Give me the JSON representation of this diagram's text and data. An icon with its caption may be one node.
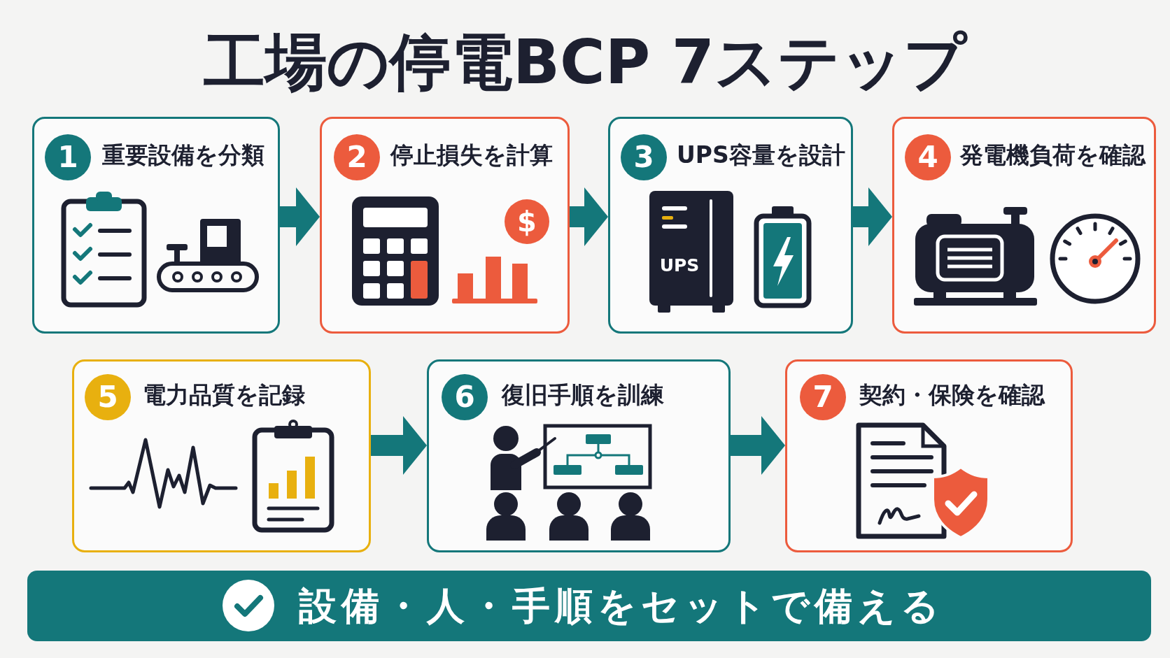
{
  "diagram": {
    "title": "工場の停電BCP 7ステップ",
    "nodes": [
      {
        "text": [
          "重要設備を分類"
        ]
      },
      {
        "text": [
          "1"
        ],
        "in": 0
      },
      {
        "text": [
          "停止損失を計算"
        ]
      },
      {
        "text": [
          "2"
        ],
        "in": 2
      },
      {
        "text": [
          "$"
        ],
        "in": 2
      },
      {
        "text": [
          "UPS容量を設計"
        ]
      },
      {
        "text": [
          "3"
        ],
        "in": 5
      },
      {
        "text": [
          "発電機負荷を確認"
        ]
      },
      {
        "text": [
          "4"
        ],
        "in": 7
      },
      {
        "text": [
          "電力品質を記録"
        ]
      },
      {
        "text": [
          "5"
        ],
        "in": 9
      },
      {
        "text": [
          "復旧手順を訓練"
        ]
      },
      {
        "text": [
          "6"
        ],
        "in": 11
      },
      {
        "text": [
          "契約・保険を確認"
        ]
      },
      {
        "text": [
          "7"
        ],
        "in": 13
      },
      {
        "text": [
          "設備・人・手順をセットで備える"
        ]
      }
    ],
    "edges": [
      {
        "from": 0,
        "to": 2,
        "arrow": "to"
      },
      {
        "from": 2,
        "to": 5,
        "arrow": "to"
      },
      {
        "from": 5,
        "to": 7,
        "arrow": "to"
      },
      {
        "from": 9,
        "to": 11,
        "arrow": "to"
      },
      {
        "from": 11,
        "to": 13,
        "arrow": "to"
      }
    ],
    "labels": [
      "UPS"
    ]
  }
}
